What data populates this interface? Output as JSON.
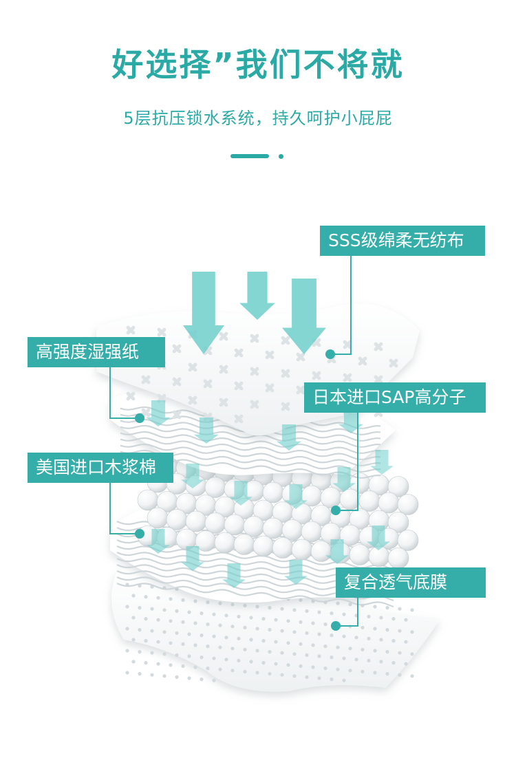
{
  "header": {
    "title": "好选择”我们不将就",
    "subtitle": "5层抗压锁水系统，持久呵护小屁屁"
  },
  "colors": {
    "accent": "#2aa9a5",
    "label_bg": "#35aeaa",
    "arrow": "#6ecfcb",
    "layer_shadow": "#d8dee0"
  },
  "layers": [
    {
      "label": "SSS级绵柔无纺布"
    },
    {
      "label": "高强度湿强纸"
    },
    {
      "label": "日本进口SAP高分子"
    },
    {
      "label": "美国进口木浆棉"
    },
    {
      "label": "复合透气底膜"
    }
  ]
}
